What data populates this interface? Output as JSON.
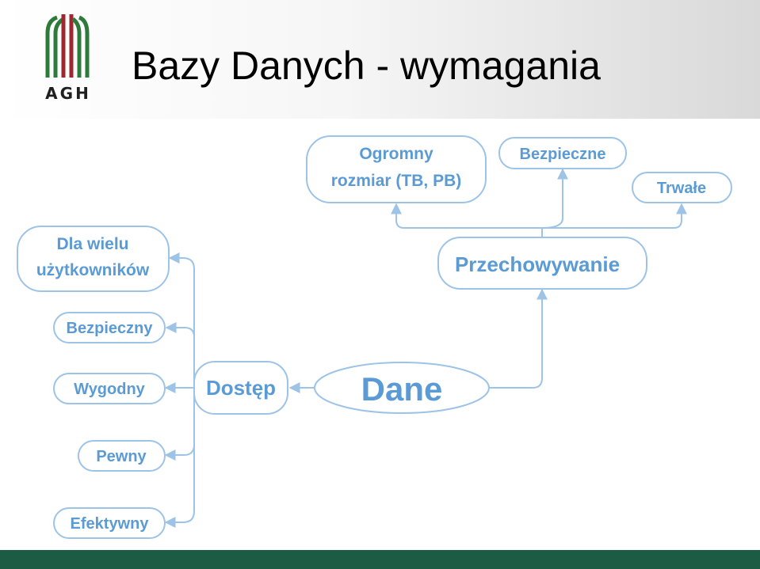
{
  "header": {
    "title": "Bazy Danych - wymagania",
    "logo_text": "AGH"
  },
  "colors": {
    "node_border": "#9dc3e6",
    "node_text": "#5b9bd5",
    "arrow": "#9dc3e6",
    "footer": "#1c5c44",
    "logo_green": "#2d7a3a",
    "logo_red": "#a1272f"
  },
  "diagram": {
    "center": "Dane",
    "dostep": "Dostęp",
    "przechowywanie": "Przechowywanie",
    "storage": {
      "ogromny_line1": "Ogromny",
      "ogromny_line2": "rozmiar (TB, PB)",
      "bezpieczne": "Bezpieczne",
      "trwale": "Trwałe"
    },
    "access": {
      "dla_wielu_line1": "Dla wielu",
      "dla_wielu_line2": "użytkowników",
      "bezpieczny": "Bezpieczny",
      "wygodny": "Wygodny",
      "pewny": "Pewny",
      "efektywny": "Efektywny"
    }
  }
}
